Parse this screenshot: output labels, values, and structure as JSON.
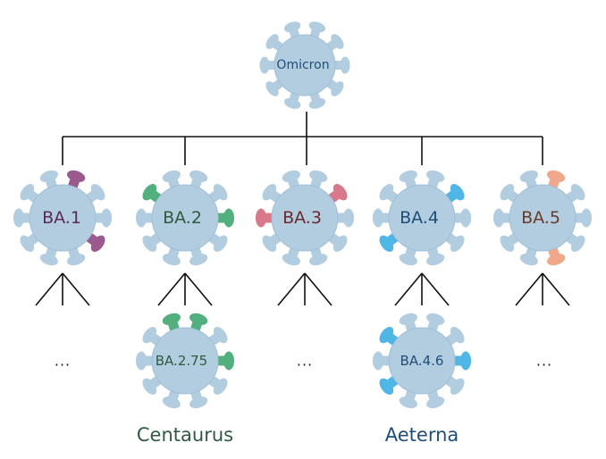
{
  "tree": {
    "root": {
      "label": "Omicron",
      "label_color": "#1f4e79"
    },
    "branches": [
      {
        "label": "BA.1",
        "label_color": "#5b2a55",
        "spike_color": "#9b5a8e"
      },
      {
        "label": "BA.2",
        "label_color": "#2f5a40",
        "spike_color": "#52b07e"
      },
      {
        "label": "BA.3",
        "label_color": "#6b2a2e",
        "spike_color": "#d9788a"
      },
      {
        "label": "BA.4",
        "label_color": "#1f4e79",
        "spike_color": "#4fb6e6"
      },
      {
        "label": "BA.5",
        "label_color": "#6b3a2a",
        "spike_color": "#f0a88a"
      }
    ],
    "ellipsis": "...",
    "sublineages": [
      {
        "label": "BA.2.75",
        "parent": "BA.2",
        "label_color": "#2f5a40",
        "spike_color": "#52b07e",
        "nickname": "Centaurus",
        "nickname_color": "#2f5a40"
      },
      {
        "label": "BA.4.6",
        "parent": "BA.4",
        "label_color": "#1f4e79",
        "spike_color": "#4fb6e6",
        "nickname": "Aeterna",
        "nickname_color": "#1f4e79"
      }
    ]
  },
  "colors": {
    "virus_body": "#b3cde0",
    "virus_outline": "#9fbfd6",
    "connector": "#111111"
  }
}
